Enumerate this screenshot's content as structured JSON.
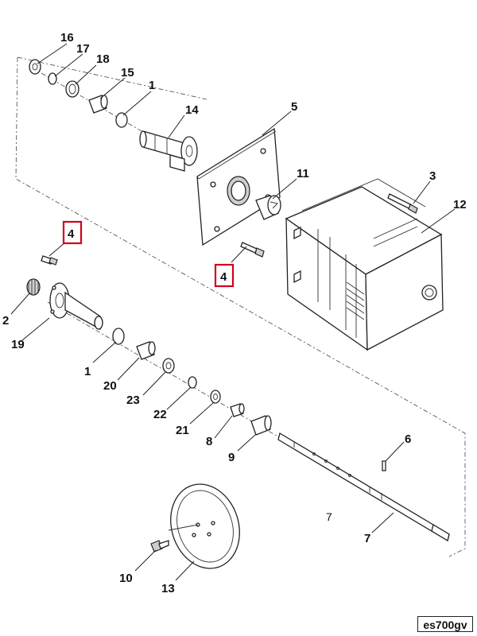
{
  "callouts": {
    "c16": "16",
    "c17": "17",
    "c18": "18",
    "c15": "15",
    "c1a": "1",
    "c14": "14",
    "c5": "5",
    "c11": "11",
    "c3": "3",
    "c12": "12",
    "c4a": "4",
    "c4b": "4",
    "c2": "2",
    "c19": "19",
    "c1b": "1",
    "c20": "20",
    "c23": "23",
    "c22": "22",
    "c21": "21",
    "c8": "8",
    "c9": "9",
    "c6": "6",
    "c7a": "7",
    "c7b": "7",
    "c10": "10",
    "c13": "13"
  },
  "highlighted_callouts": [
    "4",
    "4"
  ],
  "highlight_color": "#d0021b",
  "doc_code": "es700gv"
}
